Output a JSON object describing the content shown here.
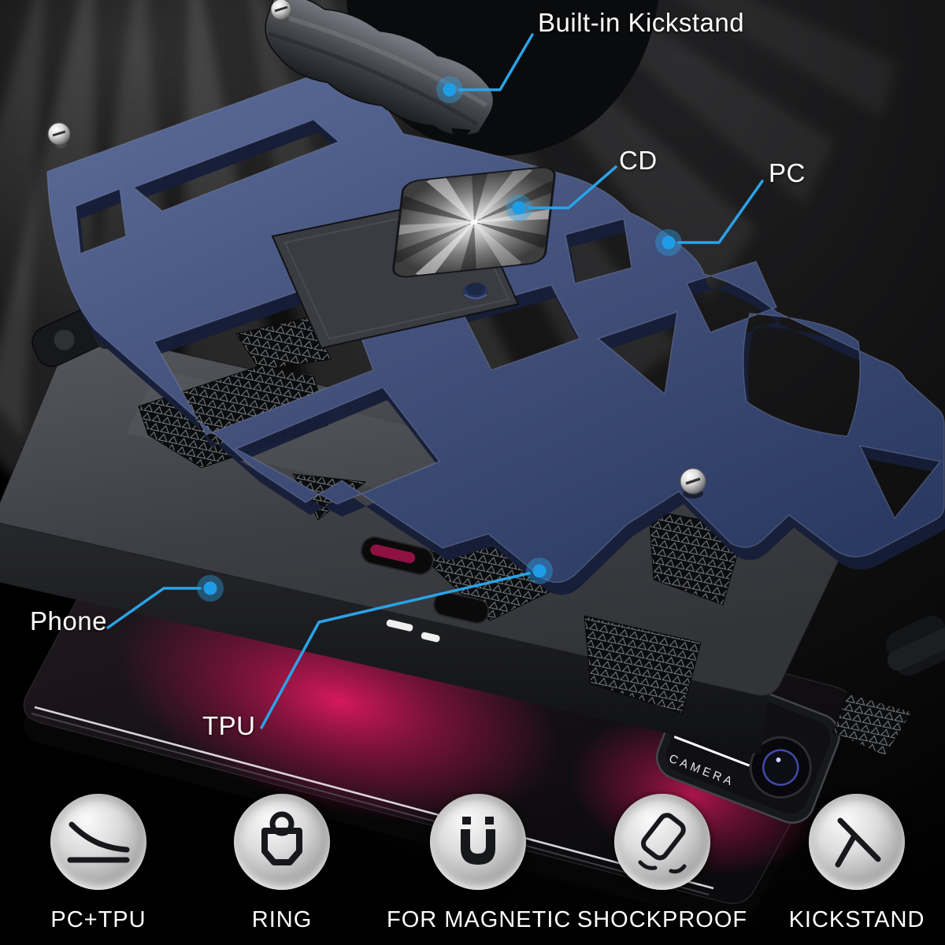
{
  "scene": {
    "background_color": "#000000",
    "accent_color": "#2aa3e8",
    "case_shell_color": "#46547f",
    "tpu_color": "#46484d",
    "screen_glow_color": "#b3124d"
  },
  "callouts": {
    "kickstand": {
      "label": "Built-in Kickstand"
    },
    "cd": {
      "label": "CD"
    },
    "pc": {
      "label": "PC"
    },
    "phone": {
      "label": "Phone"
    },
    "tpu": {
      "label": "TPU"
    }
  },
  "camera_module": {
    "label": "CAMERA"
  },
  "features": [
    {
      "icon": "pc-tpu-flex-icon",
      "label": "PC+TPU"
    },
    {
      "icon": "ring-holder-icon",
      "label": "RING"
    },
    {
      "icon": "magnet-icon",
      "label": "FOR MAGNETIC"
    },
    {
      "icon": "shockproof-phone-icon",
      "label": "SHOCKPROOF"
    },
    {
      "icon": "kickstand-icon",
      "label": "KICKSTAND"
    }
  ]
}
